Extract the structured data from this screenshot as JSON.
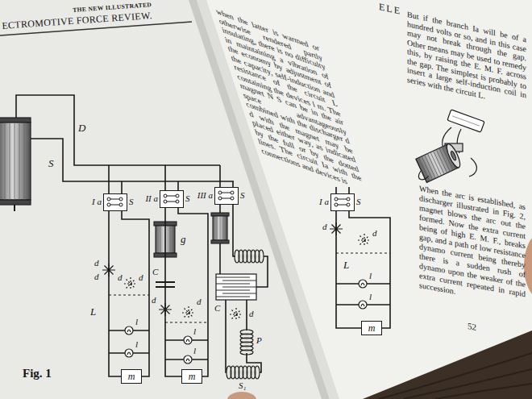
{
  "diagram": {
    "caption": "Fig. 1",
    "nodes": [
      {
        "text": [
          "I a",
          "S"
        ]
      },
      {
        "text": [
          "II a",
          "S"
        ]
      },
      {
        "text": [
          "III a",
          "S"
        ]
      },
      {
        "text": [
          "m"
        ]
      },
      {
        "text": [
          "m"
        ]
      },
      {
        "text": [
          "I a",
          "S"
        ]
      },
      {
        "text": [
          "m"
        ]
      }
    ],
    "edges": [
      {
        "from": 0,
        "to": 3,
        "arrow": "none"
      },
      {
        "from": 1,
        "to": 4,
        "arrow": "none"
      },
      {
        "from": 5,
        "to": 6,
        "arrow": "none"
      }
    ],
    "labels": [
      "THE NEW ILLUSTRATED",
      "ECTROMOTIVE FORCE REVIEW.",
      "D",
      "S",
      "d",
      "d",
      "d",
      "d",
      "L",
      "l",
      "l",
      "g",
      "C",
      "d",
      "d",
      "l",
      "l",
      "C",
      "d",
      "P",
      "S₁",
      "ELE",
      "But if the branch Ia will be of a hundred volts or so, and in this case may not break through the gap. Other means may be used to remedy this, by raising the E. M. F. across the gap. The simplest is probably to insert a large self-induction coil in series with the circuit L.",
      "when the latter is warmed or otherwise rendered partly insulating, there is no difficulty in maintaining a vibration of the economy by adjustment of the capacity, self-induction and resistance of the circuit L containing the devices l m. The magnet N S can be in the air space advantageously combined with the discharger d d with the magnet may be placed either way, as indicated by the full or by the dotted lines. The circuit Ia with the connections and devices is",
      "d",
      "d",
      "L",
      "l",
      "l",
      "When the arc is established, as discharger illustrated in Fig. 2, magnet blows the arc out the formed. Now the extra current being of high E. M. F., breaks gap, and a path of low resistance dynamo current being thereby there is a sudden rush of dynamo upon the weaker of the extra current repeated in rapid succession.",
      "52"
    ]
  }
}
